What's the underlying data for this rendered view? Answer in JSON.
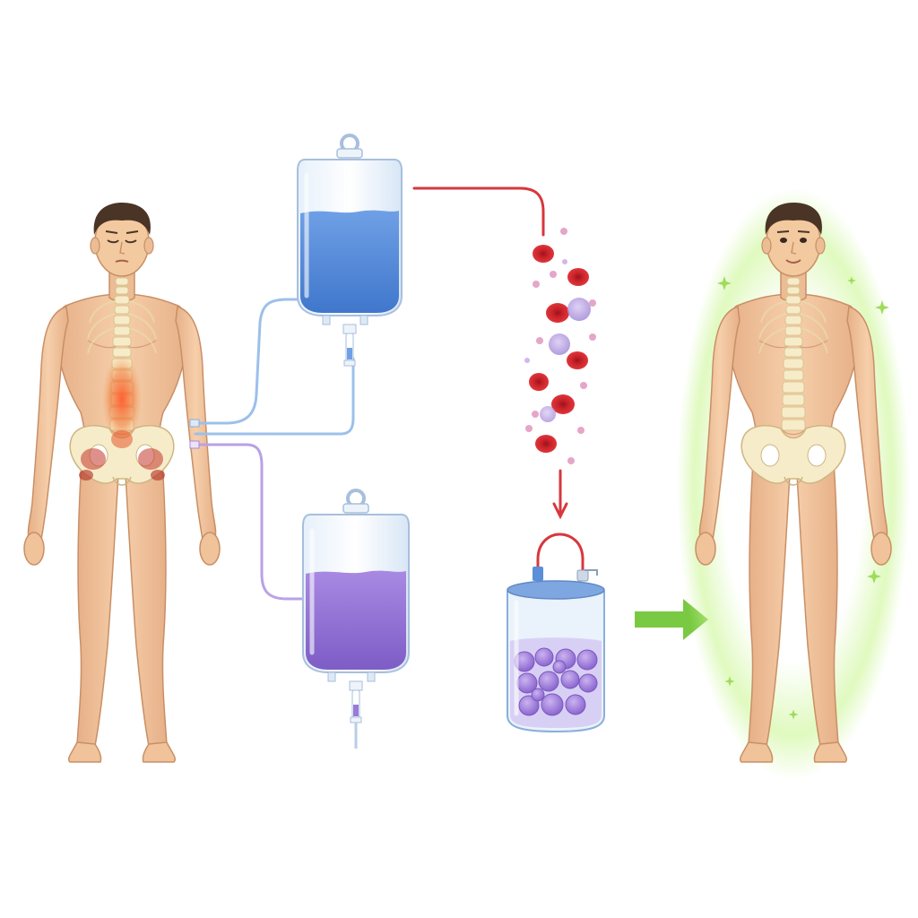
{
  "diagram": {
    "stages": [
      {
        "id": "patient-before",
        "state": "affected",
        "affected_regions": [
          "lower-spine",
          "pelvis"
        ]
      },
      {
        "id": "infusion-bags",
        "bags": [
          {
            "id": "upper-bag",
            "fluid_fill_fraction": 0.65,
            "fluid_color": "#5b8fd9"
          },
          {
            "id": "lower-bag",
            "fluid_fill_fraction": 0.6,
            "fluid_color": "#9a7ad8"
          }
        ]
      },
      {
        "id": "blood-cells-stream",
        "cell_types": [
          "red-blood-cell",
          "white-blood-cell",
          "platelet"
        ]
      },
      {
        "id": "cell-collection-container",
        "contents": "purple-cells"
      },
      {
        "id": "progress-arrow",
        "direction": "right"
      },
      {
        "id": "patient-after",
        "state": "healthy",
        "aura": "green-glow"
      }
    ],
    "colors": {
      "skin": "#f3c9a0",
      "skin_shade": "#dfa77c",
      "hair": "#4a3426",
      "bone": "#f7ecc9",
      "inflammation": "#e2502d",
      "blue_fluid": "#5b8fd9",
      "purple_fluid": "#9a7ad8",
      "blood": "#c8232b",
      "arrow": "#7ac943",
      "glow": "#b9f07a"
    }
  }
}
